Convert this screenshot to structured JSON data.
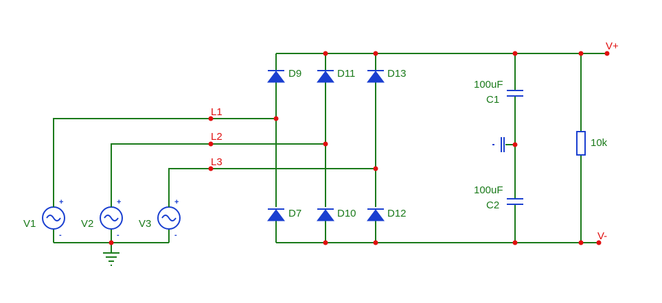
{
  "diagram": {
    "sources": [
      {
        "name": "V1",
        "plus": "+",
        "minus": "-"
      },
      {
        "name": "V2",
        "plus": "+",
        "minus": "-"
      },
      {
        "name": "V3",
        "plus": "+",
        "minus": "-"
      }
    ],
    "lines": [
      "L1",
      "L2",
      "L3"
    ],
    "diodes": [
      "D9",
      "D11",
      "D13",
      "D7",
      "D10",
      "D12"
    ],
    "capacitors": [
      {
        "name": "C1",
        "value": "100uF"
      },
      {
        "name": "C2",
        "value": "100uF"
      }
    ],
    "resistor": {
      "value": "10k"
    },
    "terminals": {
      "positive": "V+",
      "negative": "V-"
    },
    "colors": {
      "wire": "#1a7a1a",
      "component": "#1a3fd0",
      "node": "#e01010"
    }
  }
}
